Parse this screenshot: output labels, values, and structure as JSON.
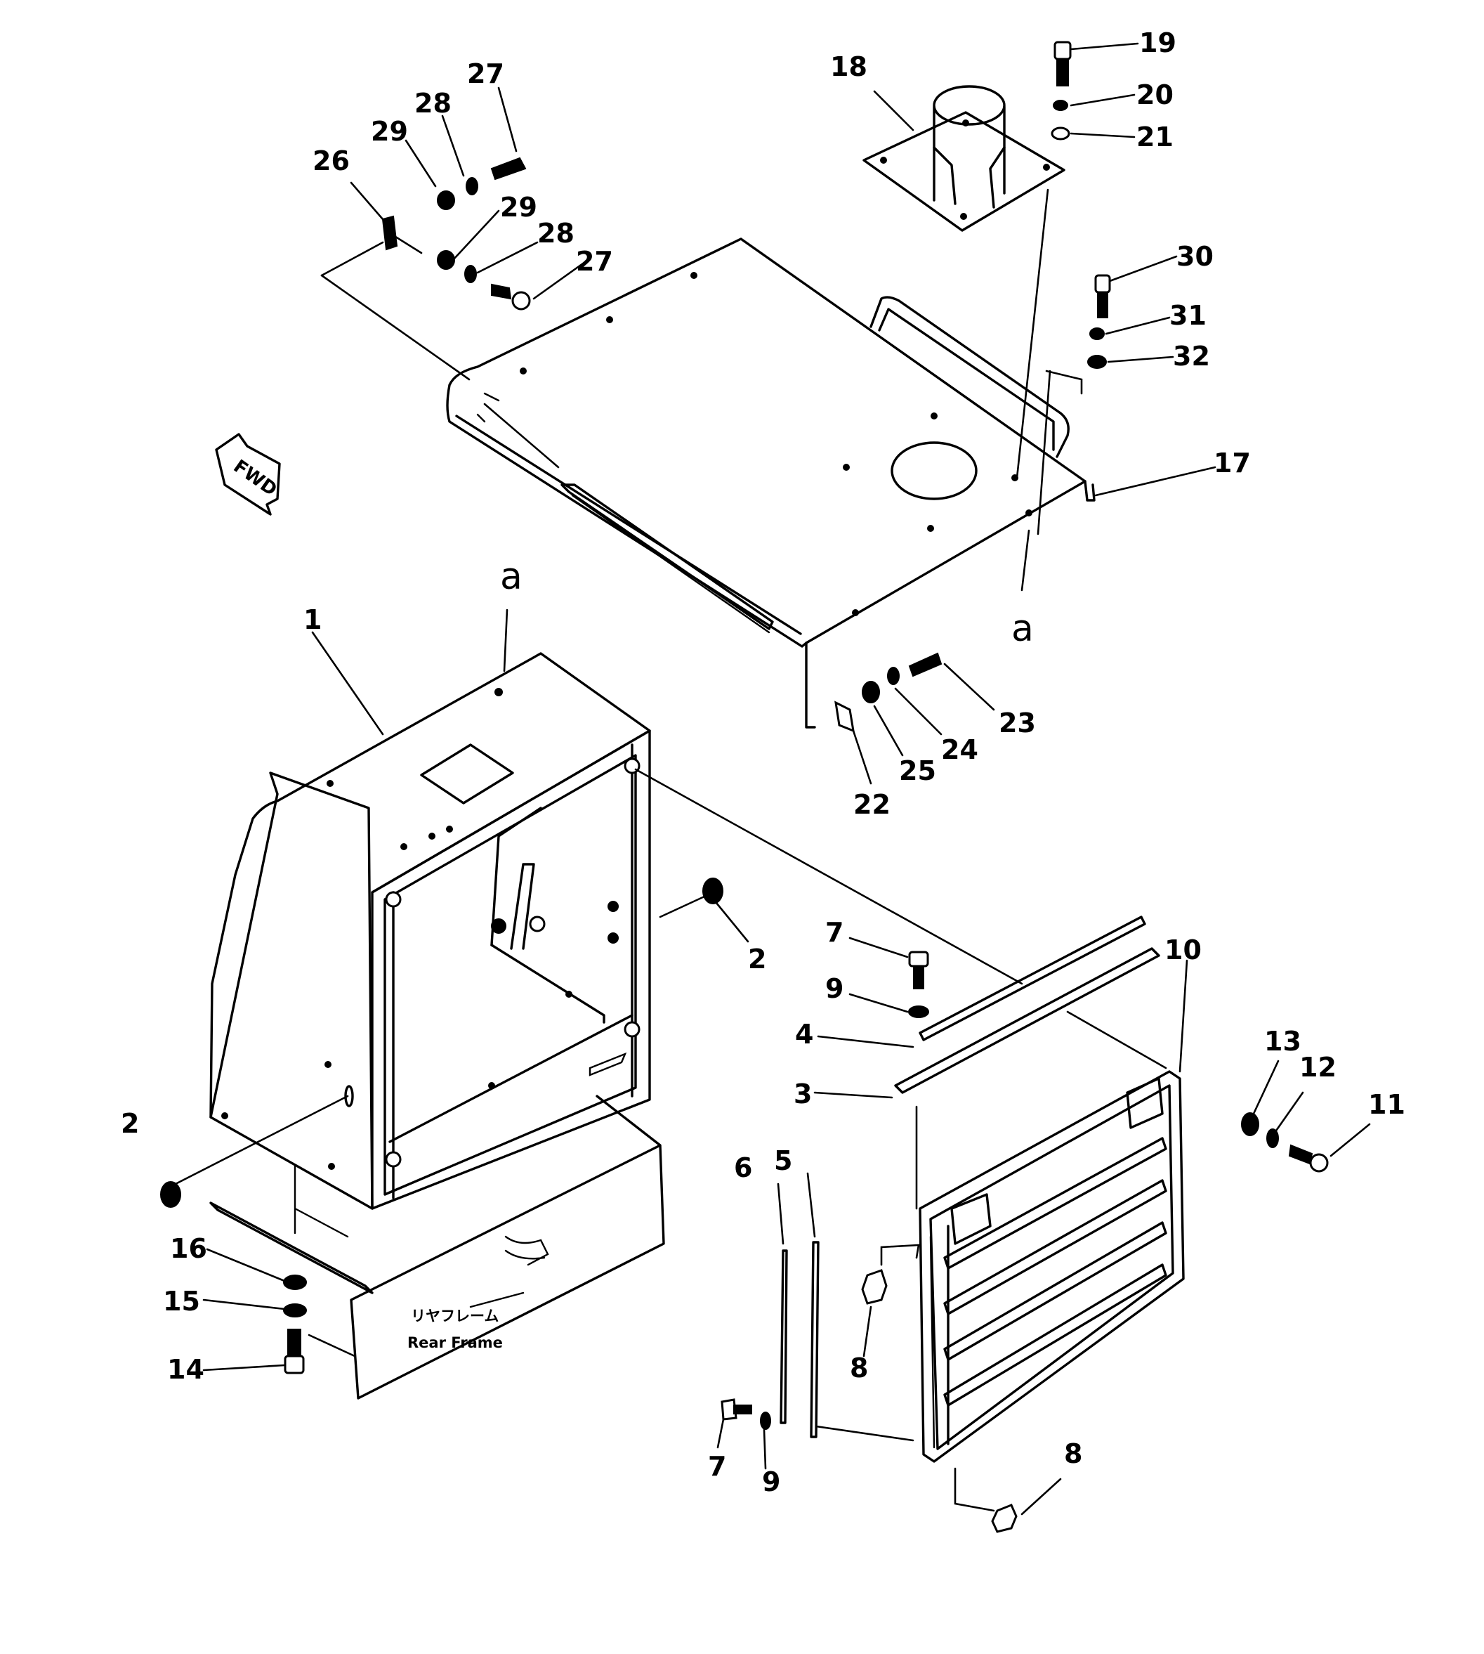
{
  "diagram": {
    "part_numbers": [
      "1",
      "2",
      "2",
      "3",
      "4",
      "5",
      "6",
      "7",
      "7",
      "8",
      "8",
      "9",
      "9",
      "10",
      "11",
      "12",
      "13",
      "14",
      "15",
      "16",
      "17",
      "18",
      "19",
      "20",
      "21",
      "22",
      "23",
      "24",
      "25",
      "26",
      "27",
      "27",
      "28",
      "28",
      "29",
      "29",
      "30",
      "31",
      "32"
    ],
    "section_marks": [
      "a",
      "a"
    ],
    "rear_frame_label_jp": "リヤフレーム",
    "rear_frame_label_en": "Rear Frame",
    "fwd_label": "FWD"
  }
}
